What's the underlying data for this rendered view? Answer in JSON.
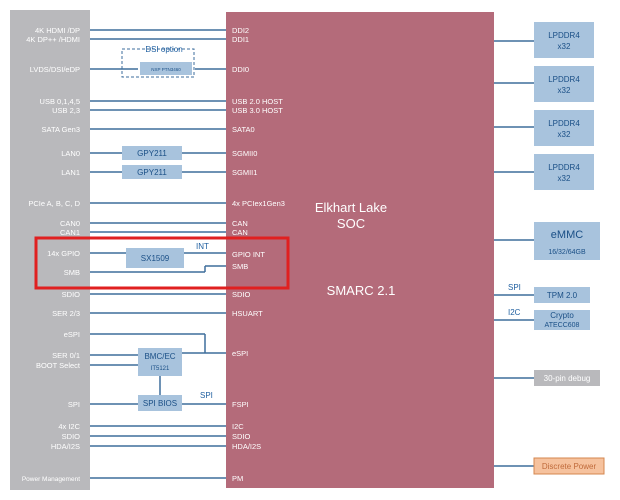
{
  "left_labels": [
    "4K HDMI /DP",
    "4K DP++ /HDMI",
    "LVDS/DSI/eDP",
    "USB 0,1,4,5",
    "USB 2,3",
    "SATA Gen3",
    "LAN0",
    "LAN1",
    "PCIe A, B, C, D",
    "CAN0",
    "CAN1",
    "14x GPIO",
    "SMB",
    "SDIO",
    "SER 2/3",
    "eSPI",
    "SER 0/1",
    "BOOT Select",
    "SPI",
    "4x I2C",
    "SDIO",
    "HDA/I2S",
    "Power Management"
  ],
  "soc_labels": [
    "DDI2",
    "DDI1",
    "DDI0",
    "USB 2.0 HOST",
    "USB 3.0 HOST",
    "SATA0",
    "SGMII0",
    "SGMII1",
    "4x PCIex1Gen3",
    "CAN",
    "CAN",
    "GPIO INT",
    "SMB",
    "SDIO",
    "HSUART",
    "eSPI",
    "I2C",
    "SDIO",
    "HDA/I2S",
    "FSPI",
    "PM"
  ],
  "soc_title_line1": "Elkhart Lake",
  "soc_title_line2": "SOC",
  "smarc_label": "SMARC 2.1",
  "dsi_option": "DSI option",
  "bridge_chip": "NXP PTN3460",
  "gpy1": "GPY211",
  "gpy2": "GPY211",
  "sx1509": "SX1509",
  "int_label": "INT",
  "bmc_line1": "BMC/EC",
  "bmc_line2": "IT5121",
  "spi_bios": "SPI BIOS",
  "spi_label_left": "SPI",
  "spi_label_right": "SPI",
  "i2c_label_right": "I2C",
  "lpddr": [
    {
      "l1": "LPDDR4",
      "l2": "x32"
    },
    {
      "l1": "LPDDR4",
      "l2": "x32"
    },
    {
      "l1": "LPDDR4",
      "l2": "x32"
    },
    {
      "l1": "LPDDR4",
      "l2": "x32"
    }
  ],
  "emmc_line1": "eMMC",
  "emmc_line2": "16/32/64GB",
  "tpm": "TPM 2.0",
  "crypto_line1": "Crypto",
  "crypto_line2": "ATECC608",
  "debug": "30-pin debug",
  "discrete_power": "Discrete Power",
  "colors": {
    "connector": "#b9b9bc",
    "soc": "#b46b7a",
    "chip": "#a8c3dd",
    "line": "#3e6e9c",
    "highlight": "#e02020",
    "power": "#f6c29e"
  }
}
